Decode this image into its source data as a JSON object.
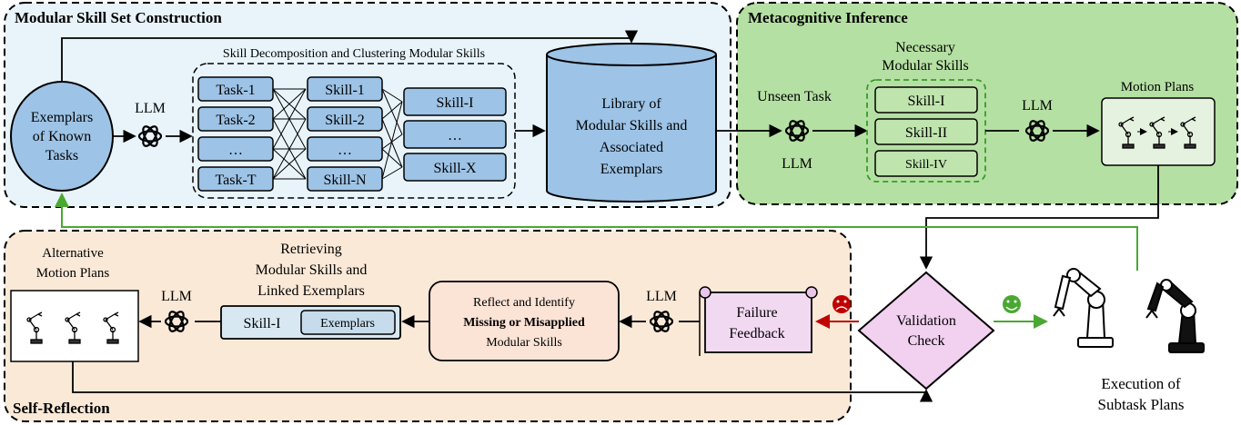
{
  "panels": {
    "modular_title": "Modular Skill Set Construction",
    "metacog_title": "Metacognitive Inference",
    "reflection_title": "Self-Reflection"
  },
  "construction": {
    "exemplars_lines": [
      "Exemplars",
      "of Known",
      "Tasks"
    ],
    "llm": "LLM",
    "decomp_title": "Skill Decomposition and Clustering Modular Skills",
    "tasks": [
      "Task-1",
      "Task-2",
      "…",
      "Task-T"
    ],
    "skills": [
      "Skill-1",
      "Skill-2",
      "…",
      "Skill-N"
    ],
    "clusters": [
      "Skill-I",
      "…",
      "Skill-X"
    ],
    "library_lines": [
      "Library of",
      "Modular Skills and",
      "Associated",
      "Exemplars"
    ]
  },
  "inference": {
    "unseen_task": "Unseen Task",
    "llm_left": "LLM",
    "necessary_lines": [
      "Necessary",
      "Modular Skills"
    ],
    "necessary_skills": [
      "Skill-I",
      "Skill-II",
      "Skill-IV"
    ],
    "llm_right": "LLM",
    "motion_plans": "Motion Plans"
  },
  "validation": {
    "check_lines": [
      "Validation",
      "Check"
    ],
    "execution_lines": [
      "Execution of",
      "Subtask Plans"
    ],
    "failure_lines": [
      "Failure",
      "Feedback"
    ]
  },
  "reflection": {
    "llm_failure": "LLM",
    "reflect_lines": [
      "Reflect and Identify",
      "Missing or Misapplied",
      "Modular Skills"
    ],
    "retrieving_lines": [
      "Retrieving",
      "Modular Skills and",
      "Linked Exemplars"
    ],
    "skill": "Skill-I",
    "exemplars": "Exemplars",
    "llm_alt": "LLM",
    "alt_lines": [
      "Alternative",
      "Motion Plans"
    ]
  },
  "colors": {
    "blue_bg": "#e8f4fa",
    "green_bg": "#b5e0a3",
    "peach_bg": "#fbe9d7",
    "box_blue": "#9dc3e6",
    "box_green": "#bfe4ad",
    "reflect_fill": "#fbe3d6",
    "failure_fill": "#f2d9f2",
    "diamond_fill": "#f2d0f0",
    "green_arrow": "#4aa832",
    "red_arrow": "#c00000"
  }
}
